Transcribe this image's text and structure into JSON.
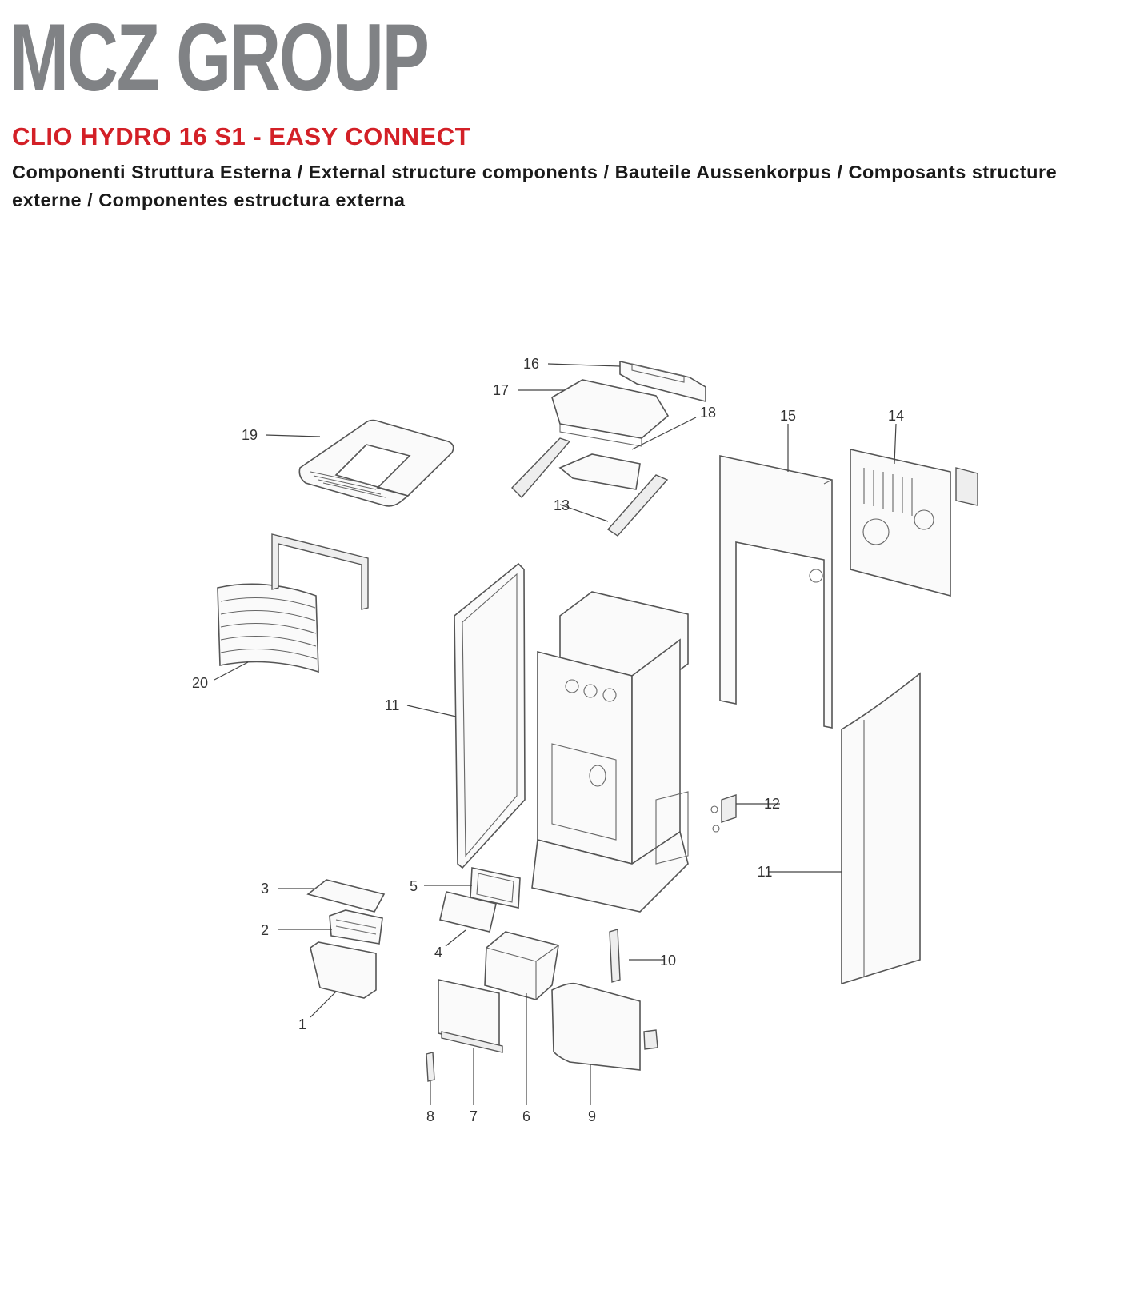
{
  "header": {
    "brand": "MCZ GROUP",
    "model": "CLIO HYDRO 16 S1 - EASY CONNECT",
    "description": "Componenti Struttura Esterna / External structure components / Bauteile Aussenkorpus / Composants structure externe / Componentes estructura externa"
  },
  "colors": {
    "brand": "#808285",
    "model": "#d32027",
    "text": "#1a1a1a"
  },
  "callouts": {
    "c1": "1",
    "c2": "2",
    "c3": "3",
    "c4": "4",
    "c5": "5",
    "c6": "6",
    "c7": "7",
    "c8": "8",
    "c9": "9",
    "c10": "10",
    "c11a": "11",
    "c11b": "11",
    "c12": "12",
    "c13": "13",
    "c14": "14",
    "c15": "15",
    "c16": "16",
    "c17": "17",
    "c18": "18",
    "c19": "19",
    "c20": "20"
  }
}
